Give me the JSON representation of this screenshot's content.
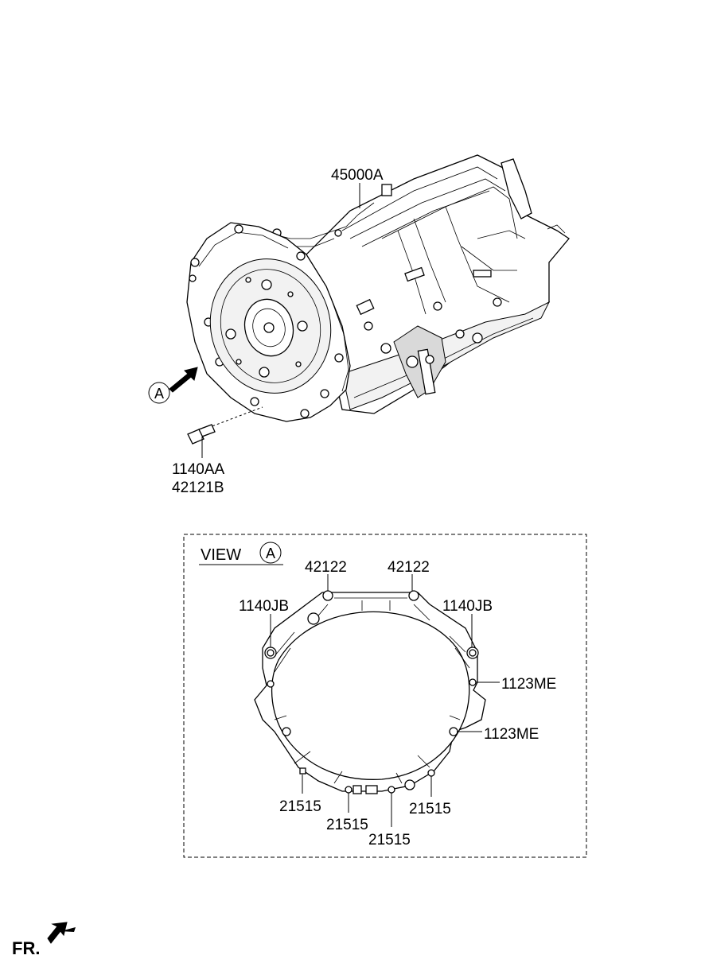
{
  "parts": {
    "transmission": "45000A",
    "bolt_a": "1140AA",
    "bolt_b": "42121B"
  },
  "view_marker": {
    "letter": "A"
  },
  "view_box": {
    "title": "VIEW",
    "letter": "A",
    "labels": {
      "dowel_left": "42122",
      "dowel_right": "42122",
      "bolt_left": "1140JB",
      "bolt_right": "1140JB",
      "screw_upper": "1123ME",
      "screw_lower": "1123ME",
      "plug_1": "21515",
      "plug_2": "21515",
      "plug_3": "21515",
      "plug_4": "21515"
    }
  },
  "front_marker": {
    "label": "FR."
  }
}
